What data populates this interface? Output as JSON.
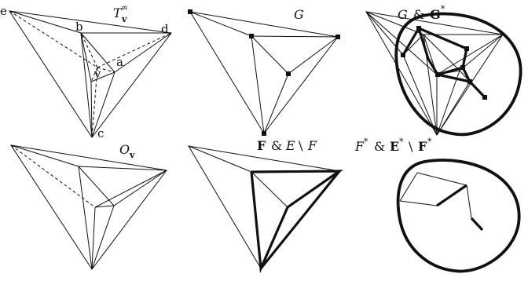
{
  "panels": {
    "t_v_inf": {
      "title_main": "T",
      "title_sub": "v",
      "title_sup": "∞",
      "vertex_labels": {
        "e": "e",
        "b": "b",
        "d": "d",
        "a": "a",
        "v": "v",
        "c": "c"
      }
    },
    "g": {
      "title": "G"
    },
    "g_gstar": {
      "title_g": "G",
      "title_amp": "&",
      "title_gbold": "G",
      "title_star": "*"
    },
    "o_v": {
      "title_main": "O",
      "title_sub": "v"
    },
    "f_e_minus_f": {
      "title_f": "F",
      "title_amp": "&",
      "title_e": "E",
      "title_setminus": "\\",
      "title_f2": "F"
    },
    "fstar": {
      "title_f": "F",
      "title_star1": "*",
      "title_amp": "&",
      "title_e": "E",
      "title_star2": "*",
      "title_setminus": "\\",
      "title_star3": "*"
    }
  },
  "colors": {
    "stroke": "#111111",
    "background": "#ffffff"
  }
}
